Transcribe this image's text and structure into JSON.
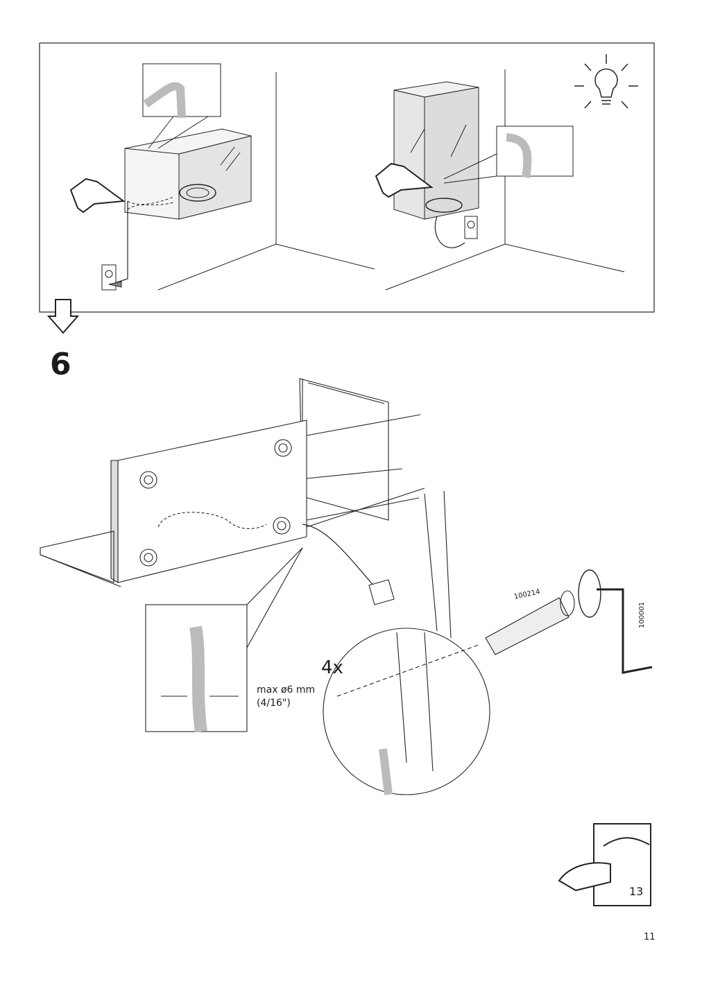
{
  "step": {
    "number": "6",
    "multiplier": "4x"
  },
  "cable_limit": {
    "main": "max ø6 mm",
    "alt": "(4/16\")"
  },
  "parts": {
    "screw_id": "100214",
    "wrench_id": "100001"
  },
  "turn_page": {
    "number": "13"
  },
  "page": {
    "number": "11"
  },
  "icons": [
    "light-bulb-icon",
    "next-step-arrow-icon",
    "hand-point-icon",
    "turn-page-icon"
  ]
}
